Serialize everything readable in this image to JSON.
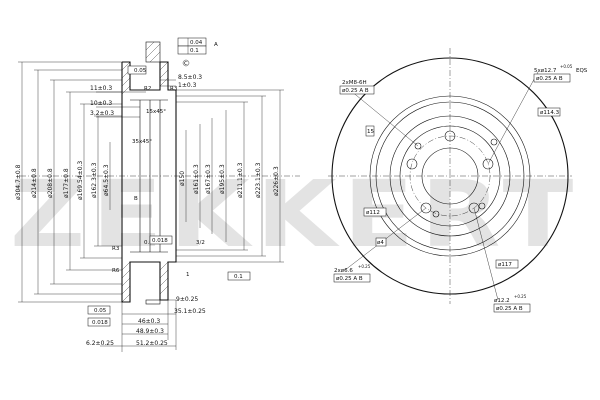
{
  "watermark": {
    "text": "ZEKKERT",
    "color": "#e3e3e3"
  },
  "colors": {
    "line": "#111111",
    "background": "#ffffff"
  },
  "section_view": {
    "left_vertical_dims": [
      "ø304.7±0.8",
      "ø214±0.8",
      "ø208±0.8",
      "ø177±0.8",
      "ø169.54±0.3",
      "ø162.3±0.3",
      "ø64.5±0.3"
    ],
    "right_vertical_dims": [
      "ø150",
      "ø161±0.3",
      "ø167±0.3",
      "ø195±0.3",
      "ø211.1±0.3",
      "ø223.1±0.3",
      "ø226±0.3"
    ],
    "top_dims": [
      "11±0.3",
      "10±0.3",
      "3.2±0.3",
      "8.5±0.3",
      "1±0.3"
    ],
    "bottom_dims": [
      "9±0.25",
      "35.1±0.25",
      "46±0.3",
      "48.9±0.3",
      "51.2±0.25",
      "6.2±0.25"
    ],
    "radius_labels": [
      "R2",
      "R3",
      "R6",
      "R3"
    ],
    "misc_labels": [
      "35x45°",
      "15x45°",
      "3/2",
      "0.018",
      "1",
      "C"
    ],
    "tolerance_frames": [
      "0.04",
      "0.1",
      "0.05",
      "0.05",
      "0.018",
      "0.1",
      "0.018"
    ],
    "datum_labels": [
      "A",
      "B"
    ]
  },
  "front_view": {
    "hole_notes": [
      "2xM8-6H",
      "5xø12.7",
      "2xø6.6",
      "ø12.2"
    ],
    "hole_tolerances": [
      "+0.05",
      "+0.25",
      "+0.25"
    ],
    "hole_position_frames": [
      "ø0.25 A B",
      "ø0.25 A B",
      "ø0.25 A B",
      "ø0.25 A B"
    ],
    "boxed_dims": [
      "ø114.3",
      "ø112",
      "ø117",
      "15",
      "ø4"
    ],
    "angle_labels": [
      "EQS"
    ]
  }
}
